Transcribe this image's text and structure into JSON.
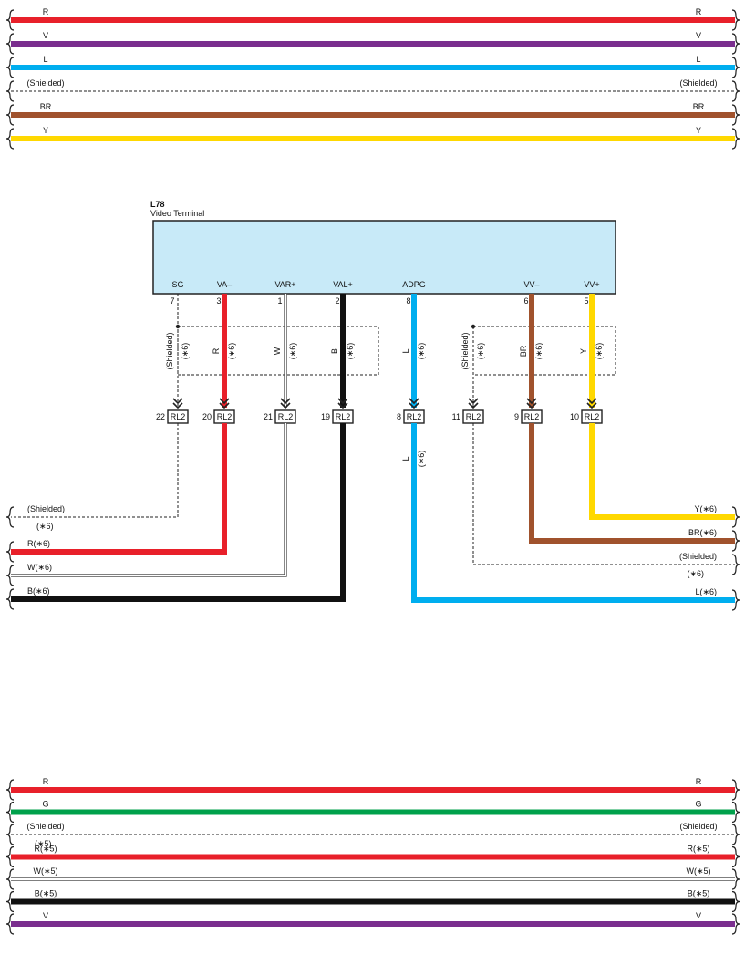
{
  "colors": {
    "R": "#e8202a",
    "V": "#7a2e8e",
    "L": "#00aeef",
    "BR": "#a0522d",
    "Y": "#ffd800",
    "G": "#00a14b",
    "B": "#111111",
    "W": "#ffffff",
    "box": "#c8eaf8",
    "line": "#222222"
  },
  "top_bus": [
    {
      "left": "R",
      "right": "R",
      "color": "R",
      "kind": "solid"
    },
    {
      "left": "V",
      "right": "V",
      "color": "V",
      "kind": "solid"
    },
    {
      "left": "L",
      "right": "L",
      "color": "L",
      "kind": "solid"
    },
    {
      "left": "(Shielded)",
      "right": "(Shielded)",
      "color": "line",
      "kind": "shield"
    },
    {
      "left": "BR",
      "right": "BR",
      "color": "BR",
      "kind": "solid"
    },
    {
      "left": "Y",
      "right": "Y",
      "color": "Y",
      "kind": "solid"
    }
  ],
  "bottom_bus": [
    {
      "left": "R",
      "right": "R",
      "color": "R",
      "kind": "solid"
    },
    {
      "left": "G",
      "right": "G",
      "color": "G",
      "kind": "solid"
    },
    {
      "left": "(Shielded)",
      "right": "(Shielded)",
      "color": "line",
      "kind": "shield",
      "note": "(∗5)"
    },
    {
      "left": "R(∗5)",
      "right": "R(∗5)",
      "color": "R",
      "kind": "solid"
    },
    {
      "left": "W(∗5)",
      "right": "W(∗5)",
      "color": "W",
      "kind": "white"
    },
    {
      "left": "B(∗5)",
      "right": "B(∗5)",
      "color": "B",
      "kind": "solid"
    },
    {
      "left": "V",
      "right": "V",
      "color": "V",
      "kind": "solid"
    }
  ],
  "component": {
    "id": "L78",
    "name": "Video Terminal"
  },
  "pins": [
    {
      "signal": "SG",
      "number": "7",
      "wire": "(Shielded)",
      "note": "(∗6)",
      "color": "line",
      "kind": "shield",
      "conn_pin": "22",
      "conn": "RL2"
    },
    {
      "signal": "VA–",
      "number": "3",
      "wire": "R",
      "note": "(∗6)",
      "color": "R",
      "kind": "solid",
      "conn_pin": "20",
      "conn": "RL2"
    },
    {
      "signal": "VAR+",
      "number": "1",
      "wire": "W",
      "note": "(∗6)",
      "color": "W",
      "kind": "white",
      "conn_pin": "21",
      "conn": "RL2"
    },
    {
      "signal": "VAL+",
      "number": "2",
      "wire": "B",
      "note": "(∗6)",
      "color": "B",
      "kind": "solid",
      "conn_pin": "19",
      "conn": "RL2"
    },
    {
      "signal": "ADPG",
      "number": "8",
      "wire": "L",
      "note": "(∗6)",
      "color": "L",
      "kind": "solid",
      "conn_pin": "8",
      "conn": "RL2"
    },
    {
      "signal": "VV–",
      "number": "6",
      "wire": "BR",
      "note": "(∗6)",
      "color": "BR",
      "kind": "solid",
      "conn_pin": "9",
      "conn": "RL2"
    },
    {
      "signal": "VV+",
      "number": "5",
      "wire": "Y",
      "note": "(∗6)",
      "color": "Y",
      "kind": "solid",
      "conn_pin": "10",
      "conn": "RL2"
    },
    {
      "signal": "",
      "number": "",
      "wire": "(Shielded)",
      "note": "(∗6)",
      "color": "line",
      "kind": "shield",
      "conn_pin": "11",
      "conn": "RL2"
    }
  ],
  "adpg_lower_label": {
    "wire": "L",
    "note": "(∗6)"
  },
  "left_outputs": [
    {
      "label": "(Shielded)",
      "note": "(∗6)",
      "color": "line",
      "kind": "shield"
    },
    {
      "label": "R(∗6)",
      "color": "R",
      "kind": "solid"
    },
    {
      "label": "W(∗6)",
      "color": "W",
      "kind": "white"
    },
    {
      "label": "B(∗6)",
      "color": "B",
      "kind": "solid"
    }
  ],
  "right_outputs": [
    {
      "label": "Y(∗6)",
      "color": "Y",
      "kind": "solid"
    },
    {
      "label": "BR(∗6)",
      "color": "BR",
      "kind": "solid"
    },
    {
      "label": "(Shielded)",
      "note": "(∗6)",
      "color": "line",
      "kind": "shield"
    },
    {
      "label": "L(∗6)",
      "color": "L",
      "kind": "solid"
    }
  ]
}
